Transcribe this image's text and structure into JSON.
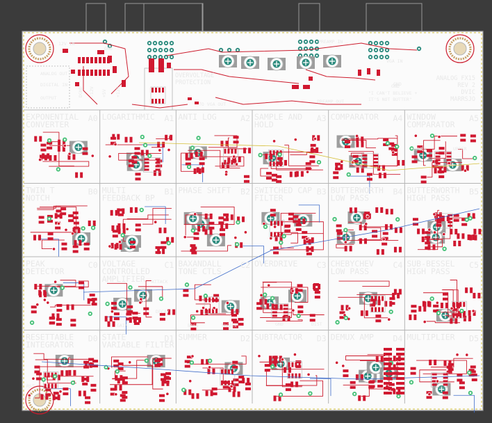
{
  "colors": {
    "background": "#3b3b3b",
    "board": "#fbfbfb",
    "outline": "#9a9a9a",
    "trace": "#cc1b2c",
    "pad": "#d01830",
    "silk": "#b5b5b5",
    "grey_pad": "#9d9d9d",
    "teal_pad": "#2f8d80",
    "green_hole": "#49c27a",
    "blue_trace": "#3d6bc9",
    "yellow_trace": "#d6c03a",
    "mount_ring": "#c5a066"
  },
  "header": {
    "power_in": "12V IN",
    "gnd_tag": "GND",
    "rail_labels": [
      "DGND",
      "-12V",
      "+5V",
      "+12V"
    ],
    "side_io": [
      "ANALOG OUT",
      "DIGITAL IN",
      "OUTPUT"
    ],
    "overvoltage": [
      "OVERVOLTAGE",
      "PROTECTION"
    ],
    "to_vga_out": "TO VGA OUT",
    "preamp_in": "PREAMP IN",
    "preamp_out": "PREAMP OUT",
    "vga_in": "VGA IN",
    "gnd_small": "GND",
    "quote": [
      "\"I CAN'T BELIEVE +",
      "IT'S NOT BUTTER\""
    ],
    "board_info": [
      "ANALOG FX15",
      "REV 2",
      "DVIC",
      "MARRSJO"
    ]
  },
  "modules": [
    {
      "row": 0,
      "col": 0,
      "code": "A0",
      "title": [
        "EXPONENTIAL",
        "CONVERTER"
      ]
    },
    {
      "row": 0,
      "col": 1,
      "code": "A1",
      "title": [
        "LOGARITHMIC"
      ]
    },
    {
      "row": 0,
      "col": 2,
      "code": "A2",
      "title": [
        "ANTI LOG"
      ]
    },
    {
      "row": 0,
      "col": 3,
      "code": "A3",
      "title": [
        "SAMPLE AND",
        "HOLD"
      ]
    },
    {
      "row": 0,
      "col": 4,
      "code": "A4",
      "title": [
        "COMPARATOR"
      ]
    },
    {
      "row": 0,
      "col": 5,
      "code": "A5",
      "title": [
        "WINDOW",
        "COMPARATOR"
      ]
    },
    {
      "row": 1,
      "col": 0,
      "code": "B0",
      "title": [
        "TWIN T",
        "NOTCH"
      ]
    },
    {
      "row": 1,
      "col": 1,
      "code": "B1",
      "title": [
        "MULTI",
        "FEEDBACK BP"
      ]
    },
    {
      "row": 1,
      "col": 2,
      "code": "B2",
      "title": [
        "PHASE SHIFT"
      ]
    },
    {
      "row": 1,
      "col": 3,
      "code": "B3",
      "title": [
        "SWITCHED CAP",
        "FILTER"
      ]
    },
    {
      "row": 1,
      "col": 4,
      "code": "B4",
      "title": [
        "BUTTERWORTH",
        "LOW PASS"
      ]
    },
    {
      "row": 1,
      "col": 5,
      "code": "B5",
      "title": [
        "BUTTERWORTH",
        "HIGH PASS"
      ]
    },
    {
      "row": 2,
      "col": 0,
      "code": "C0",
      "title": [
        "PEAK",
        "DETECTOR"
      ]
    },
    {
      "row": 2,
      "col": 1,
      "code": "C1",
      "title": [
        "VOLTAGE",
        "CONTROLLED",
        "AMPLIFIER"
      ]
    },
    {
      "row": 2,
      "col": 2,
      "code": "C2",
      "title": [
        "BAXANDALL",
        "TONE CTLS"
      ]
    },
    {
      "row": 2,
      "col": 3,
      "code": "C3",
      "title": [
        "OVERDRIVE"
      ]
    },
    {
      "row": 2,
      "col": 4,
      "code": "C4",
      "title": [
        "CHEBYCHEV",
        "LOW PASS"
      ]
    },
    {
      "row": 2,
      "col": 5,
      "code": "C5",
      "title": [
        "SUB-BESSEL",
        "HIGH PASS"
      ]
    },
    {
      "row": 3,
      "col": 0,
      "code": "D0",
      "title": [
        "RESETTABLE",
        "INTEGRATOR"
      ]
    },
    {
      "row": 3,
      "col": 1,
      "code": "D1",
      "title": [
        "STATE",
        "VARIABLE FILTER"
      ]
    },
    {
      "row": 3,
      "col": 2,
      "code": "D2",
      "title": [
        "SUMMER"
      ]
    },
    {
      "row": 3,
      "col": 3,
      "code": "D3",
      "title": [
        "SUBTRACTOR"
      ]
    },
    {
      "row": 3,
      "col": 4,
      "code": "D4",
      "title": [
        "DEMUX AMP"
      ]
    },
    {
      "row": 3,
      "col": 5,
      "code": "D5",
      "title": [
        "MULTIPLIER"
      ]
    }
  ],
  "small_labels": [
    "LOWER",
    "UPPER",
    "ATTACK",
    "DECAY",
    "GAIN",
    "TREBLE",
    "BASS",
    "GND",
    "GND",
    "DIST",
    "RST"
  ]
}
